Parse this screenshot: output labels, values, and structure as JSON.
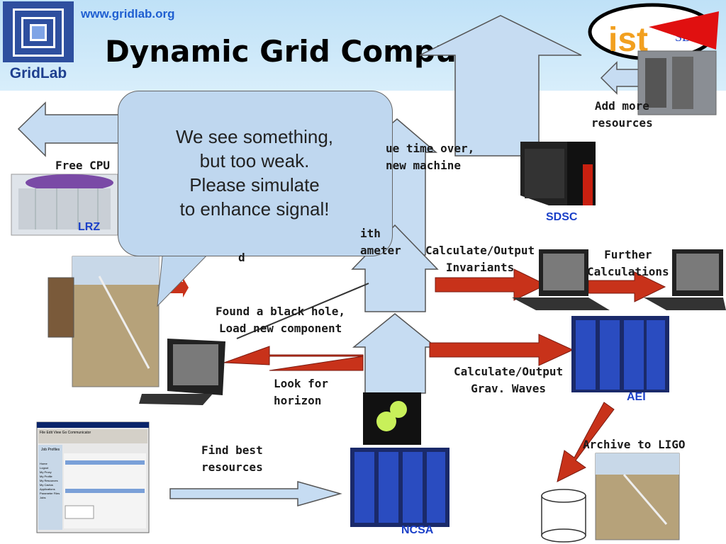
{
  "header": {
    "url": "www.gridlab.org",
    "title": "Dynamic Grid Computing",
    "logo_text": "GridLab",
    "partner_logo": "ist",
    "partner_logo_sub": "SDSC"
  },
  "callout": {
    "text": "We see something,\nbut too weak.\nPlease simulate\nto enhance signal!"
  },
  "labels": {
    "add_resources": "Add more\nresources",
    "queue_time": "ue time over,\n new machine",
    "free_cpu": "Free CPU",
    "with_param": "ith\nameter",
    "calc_invariants": "Calculate/Output\nInvariants",
    "further_calc": "Further\nCalculations",
    "found_black_hole": "Found a black hole,\nLoad new component",
    "look_horizon": "Look for\nhorizon",
    "calc_waves": "Calculate/Output\nGrav. Waves",
    "archive_ligo": "Archive to LIGO",
    "find_resources": "Find best\nresources",
    "partial_d": "d"
  },
  "sites": {
    "lrz": "LRZ",
    "sdsc": "SDSC",
    "aei": "AEI",
    "ncsa": "NCSA"
  },
  "portal": {
    "menu": [
      "File",
      "Edit",
      "View",
      "Go",
      "Communicator"
    ],
    "heading": "Job Profiles",
    "sidebar": [
      "Home",
      "Logout",
      "My Proxy",
      "My Profile",
      "My Resources",
      "My Cactus",
      "Applications",
      "Parameter Files",
      "Jobs"
    ]
  },
  "colors": {
    "accent_arrow": "#c8321a",
    "light_arrow": "#c6dcf2",
    "header_bg": "#c9e6f8",
    "site_label": "#1a3fc8"
  }
}
